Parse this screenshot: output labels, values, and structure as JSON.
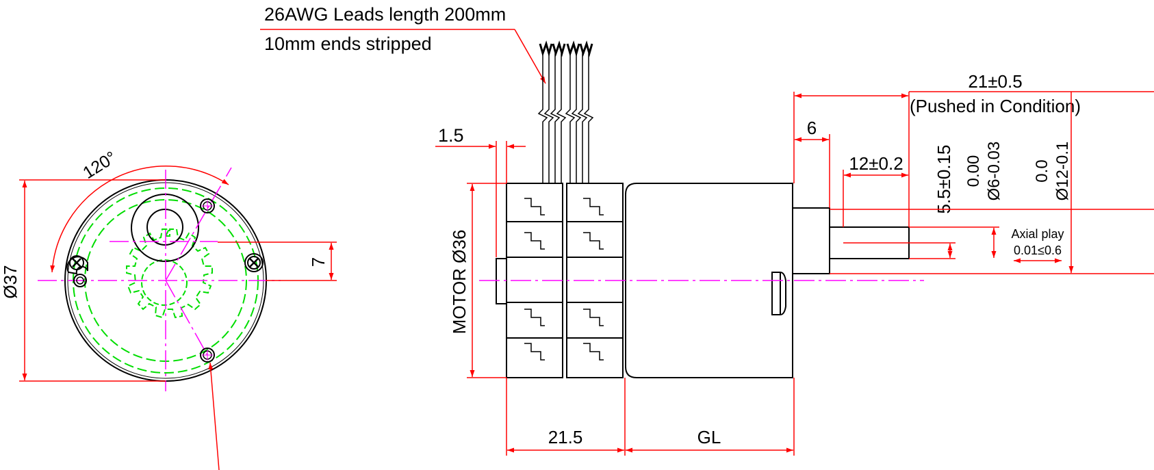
{
  "drawing": {
    "type": "technical-drawing",
    "subject": "geared stepper motor",
    "colors": {
      "outline": "#000000",
      "dimension": "#ff0000",
      "centerline": "#ff00ff",
      "hidden": "#00ee00"
    },
    "leads": {
      "line1": "26AWG Leads length 200mm",
      "line2": "10mm ends stripped"
    },
    "front_view": {
      "angle": "120°",
      "diameter": "Ø37",
      "offset": "7"
    },
    "side_view": {
      "flange_gap": "1.5",
      "motor_diameter": "MOTOR Ø36",
      "motor_length": "21.5",
      "gearbox_length": "GL",
      "overall": "21±0.5",
      "overall_note": "(Pushed in Condition)",
      "boss_length": "6",
      "shaft_length": "12±0.2",
      "flat": "5.5±0.15",
      "shaft_dia_tol": "0.00",
      "shaft_dia": "Ø6-0.03",
      "boss_dia_tol": "0.0",
      "boss_dia": "Ø12-0.1",
      "axial_play_label": "Axial play",
      "axial_play_value": "0.01≤0.6"
    }
  }
}
